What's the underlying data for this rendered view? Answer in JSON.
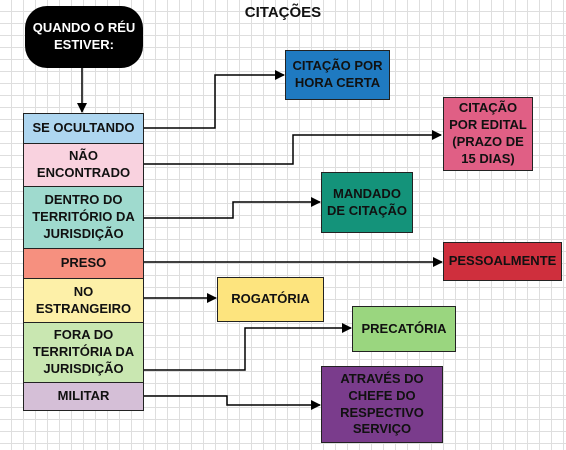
{
  "title": "CITAÇÕES",
  "start": "QUANDO O RÉU ESTIVER:",
  "cases": [
    {
      "label": "SE OCULTANDO",
      "color": "#aed6f0"
    },
    {
      "label": "NÃO ENCONTRADO",
      "color": "#f9d2df"
    },
    {
      "label": "DENTRO DO TERRITÓRIO DA JURISDIÇÃO",
      "color": "#9fdace"
    },
    {
      "label": "PRESO",
      "color": "#f6907f"
    },
    {
      "label": "NO ESTRANGEIRO",
      "color": "#fdf0a8"
    },
    {
      "label": "FORA DO TERRITÓRIA DA JURISDIÇÃO",
      "color": "#c9e7b1"
    },
    {
      "label": "MILITAR",
      "color": "#d5bfd7"
    }
  ],
  "outcomes": [
    {
      "label": "CITAÇÃO POR HORA CERTA",
      "color": "#1f7ac1"
    },
    {
      "label": "CITAÇÃO POR EDITAL (PRAZO DE 15 DIAS)",
      "color": "#e05f85"
    },
    {
      "label": "MANDADO DE CITAÇÃO",
      "color": "#14937a"
    },
    {
      "label": "PESSOALMENTE",
      "color": "#cf2f3d"
    },
    {
      "label": "ROGATÓRIA",
      "color": "#fde47e"
    },
    {
      "label": "PRECATÓRIA",
      "color": "#9ad67f"
    },
    {
      "label": "ATRAVÉS DO CHEFE DO RESPECTIVO SERVIÇO",
      "color": "#7a3c8c"
    }
  ]
}
